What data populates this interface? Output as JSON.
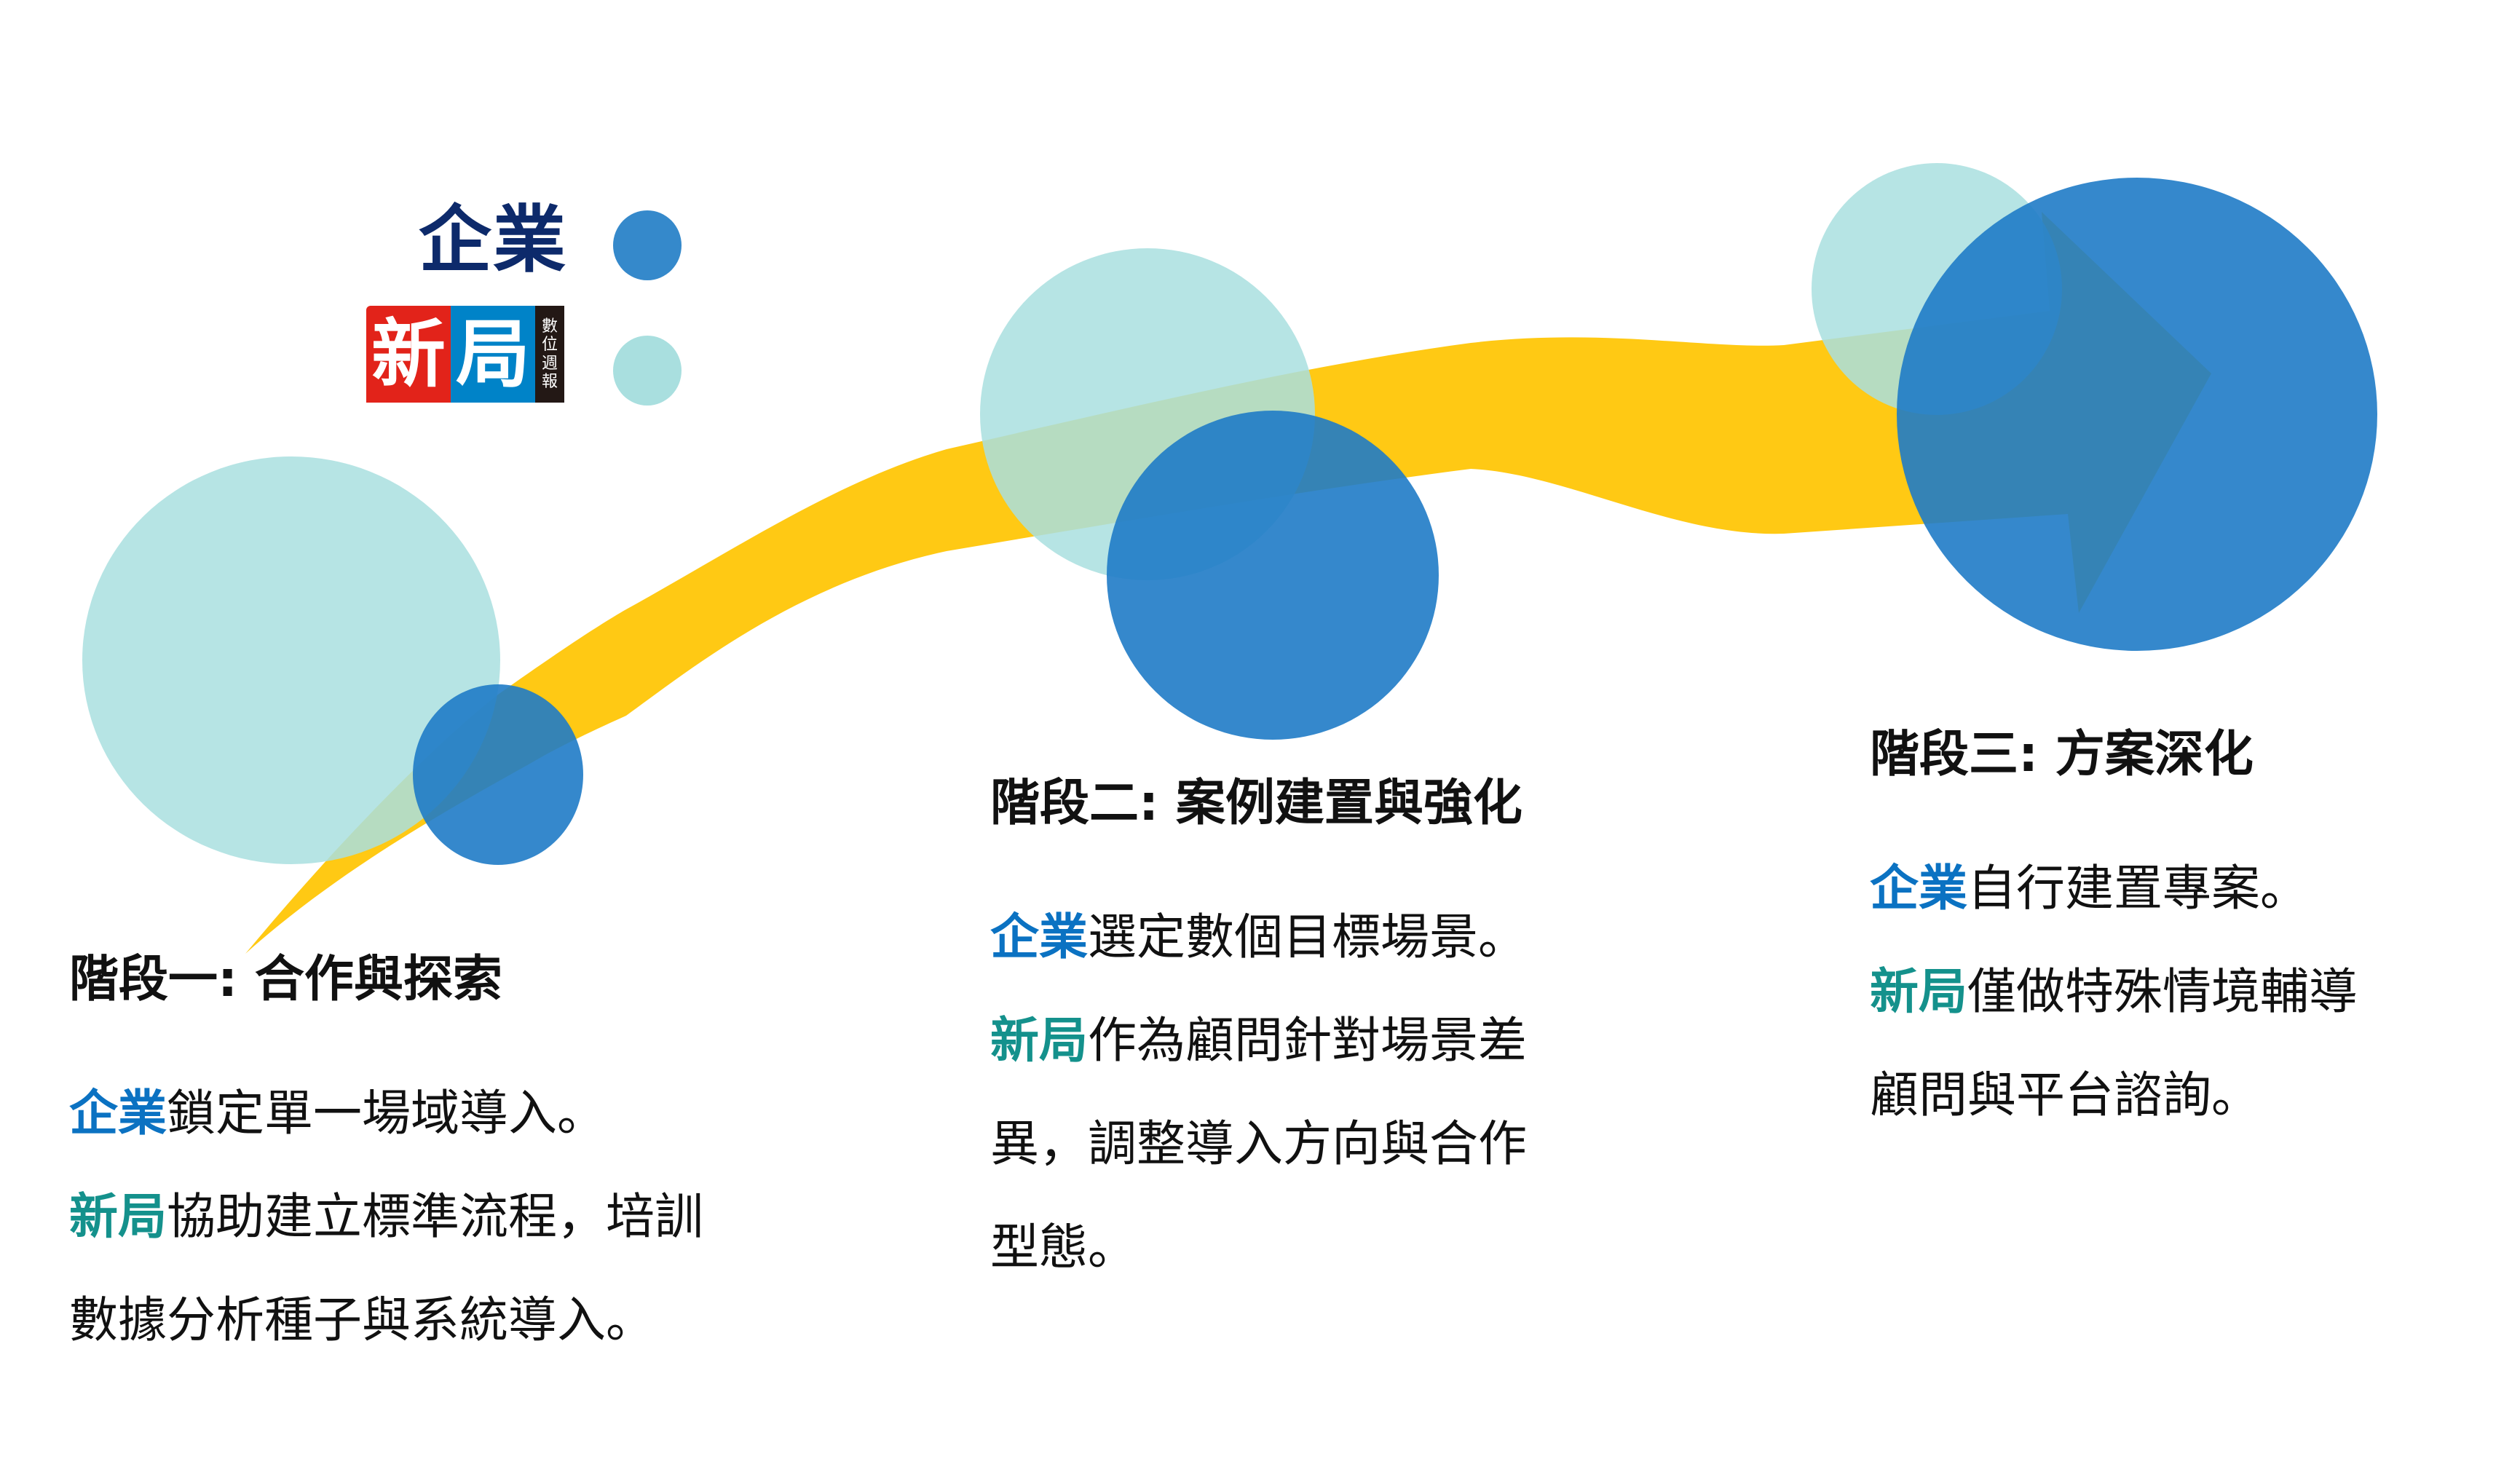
{
  "colors": {
    "enterprise_blue": "#3589cb",
    "newbureau_teal": "#a9dfdf",
    "arrow_yellow": "#ffc914",
    "enterprise_text": "#0b72c2",
    "newbureau_text": "#14918c",
    "legend_navy": "#0d2a6b"
  },
  "legend": {
    "enterprise_label": "企業",
    "logo": {
      "char1": "新",
      "char2": "局",
      "side_text": [
        "數",
        "位",
        "週",
        "報"
      ]
    }
  },
  "stages": [
    {
      "title": "階段一:  合作與探索",
      "enterprise_kw": "企業",
      "enterprise_text": "鎖定單一場域導入。",
      "newbureau_kw": "新局",
      "newbureau_lines": [
        "協助建立標準流程，培訓",
        "數據分析種子與系統導入。"
      ]
    },
    {
      "title": "階段二:  案例建置與強化",
      "enterprise_kw": "企業",
      "enterprise_text": "選定數個目標場景。",
      "newbureau_kw": "新局",
      "newbureau_lines": [
        "作為顧問針對場景差",
        "異，調整導入方向與合作",
        "型態。"
      ]
    },
    {
      "title": "階段三:  方案深化",
      "enterprise_kw": "企業",
      "enterprise_text": "自行建置專案。",
      "newbureau_kw": "新局",
      "newbureau_lines": [
        "僅做特殊情境輔導",
        "顧問與平台諮詢。"
      ]
    }
  ]
}
